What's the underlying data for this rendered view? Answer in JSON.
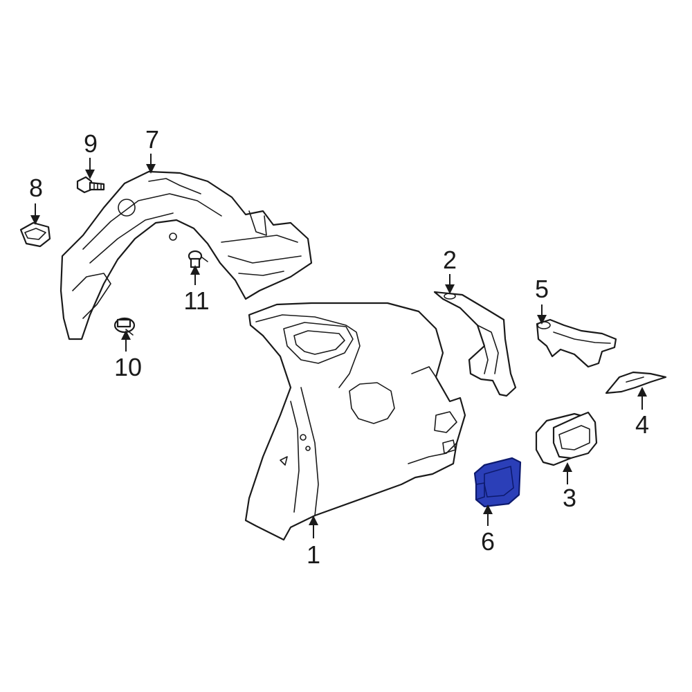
{
  "diagram": {
    "highlight_color": "#2b3fb8",
    "highlight_outline": "#0d1a6e",
    "line_color": "#1a1a1a",
    "callouts": [
      {
        "id": "1",
        "label": "1"
      },
      {
        "id": "2",
        "label": "2"
      },
      {
        "id": "3",
        "label": "3"
      },
      {
        "id": "4",
        "label": "4"
      },
      {
        "id": "5",
        "label": "5"
      },
      {
        "id": "6",
        "label": "6"
      },
      {
        "id": "7",
        "label": "7"
      },
      {
        "id": "8",
        "label": "8"
      },
      {
        "id": "9",
        "label": "9"
      },
      {
        "id": "10",
        "label": "10"
      },
      {
        "id": "11",
        "label": "11"
      }
    ]
  }
}
